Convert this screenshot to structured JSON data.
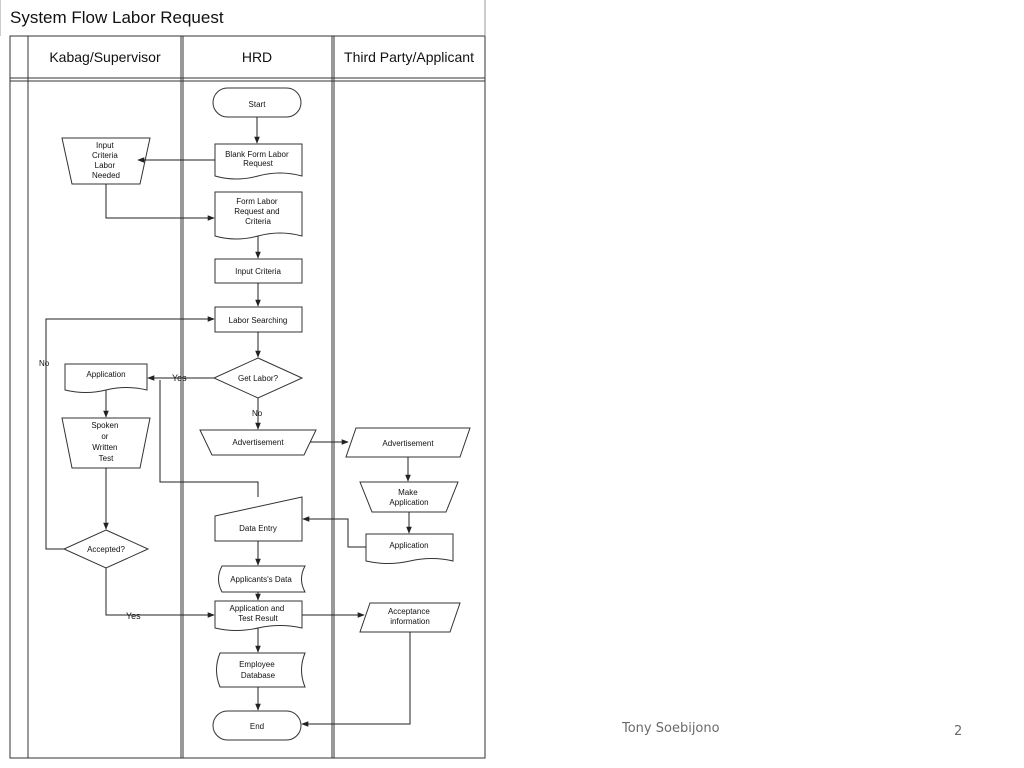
{
  "title": "System Flow Labor Request",
  "lanes": [
    "Kabag/Supervisor",
    "HRD",
    "Third Party/Applicant"
  ],
  "shapes": {
    "start": "Start",
    "blank_form": [
      "Blank Form Labor",
      "Request"
    ],
    "input_criteria_needed": [
      "Input",
      "Criteria",
      "Labor",
      "Needed"
    ],
    "form_labor_request": [
      "Form Labor",
      "Request and",
      "Criteria"
    ],
    "input_criteria": "Input Criteria",
    "labor_searching": "Labor Searching",
    "get_labor": "Get Labor?",
    "application_sup": "Application",
    "spoken_written_test": [
      "Spoken",
      "or",
      "Written",
      "Test"
    ],
    "advertisement_hrd": "Advertisement",
    "advertisement_tp": "Advertisement",
    "make_application": [
      "Make",
      "Application"
    ],
    "data_entry": "Data Entry",
    "application_tp": "Application",
    "accepted": "Accepted?",
    "applicants_data": "Applicants's Data",
    "application_test_result": [
      "Application and",
      "Test Result"
    ],
    "acceptance_information": [
      "Acceptance",
      "information"
    ],
    "employee_database": [
      "Employee",
      "Database"
    ],
    "end": "End"
  },
  "labels": {
    "yes_get_labor": "Yes",
    "no_get_labor": "No",
    "no_accepted": "No",
    "yes_accepted": "Yes"
  },
  "footer": {
    "author": "Tony Soebijono",
    "page": "2"
  }
}
